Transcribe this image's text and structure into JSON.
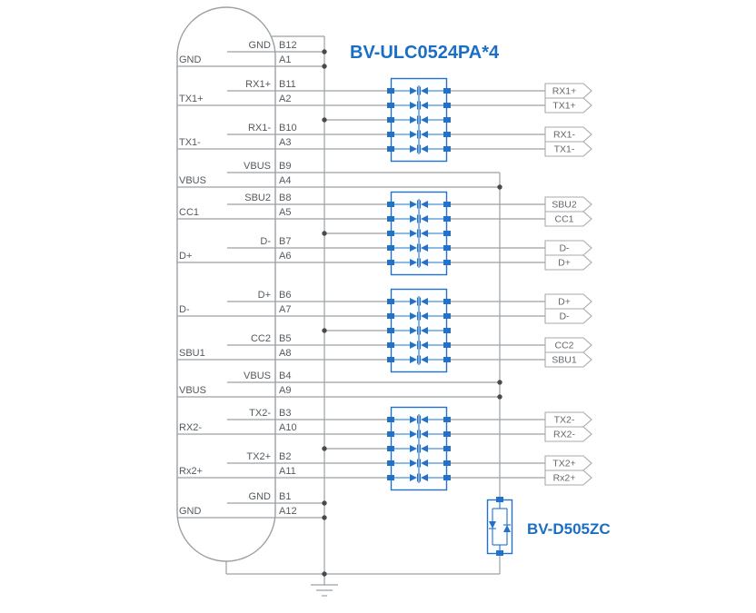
{
  "titles": {
    "esd_array": "BV-ULC0524PA*4",
    "tvs_diode": "BV-D505ZC"
  },
  "colors": {
    "wire": "#9aa0a5",
    "blue": "#2471c8",
    "text": "#55595c",
    "title": "#1a6fc4"
  },
  "connector": {
    "pins": [
      {
        "b": "B12",
        "a": "A1",
        "inner": "GND",
        "left": "GND"
      },
      {
        "b": "B11",
        "a": "A2",
        "inner": "RX1+",
        "left": "TX1+"
      },
      {
        "b": "B10",
        "a": "A3",
        "inner": "RX1-",
        "left": "TX1-"
      },
      {
        "b": "B9",
        "a": "A4",
        "inner": "VBUS",
        "left": "VBUS"
      },
      {
        "b": "B8",
        "a": "A5",
        "inner": "SBU2",
        "left": "CC1"
      },
      {
        "b": "B7",
        "a": "A6",
        "inner": "D-",
        "left": "D+"
      },
      {
        "b": "B6",
        "a": "A7",
        "inner": "D+",
        "left": "D-"
      },
      {
        "b": "B5",
        "a": "A8",
        "inner": "CC2",
        "left": "SBU1"
      },
      {
        "b": "B4",
        "a": "A9",
        "inner": "VBUS",
        "left": "VBUS"
      },
      {
        "b": "B3",
        "a": "A10",
        "inner": "TX2-",
        "left": "RX2-"
      },
      {
        "b": "B2",
        "a": "A11",
        "inner": "TX2+",
        "left": "Rx2+"
      },
      {
        "b": "B1",
        "a": "A12",
        "inner": "GND",
        "left": "GND"
      }
    ]
  },
  "outputs": [
    "RX1+",
    "TX1+",
    "RX1-",
    "TX1-",
    "SBU2",
    "CC1",
    "D-",
    "D+",
    "D+",
    "D-",
    "CC2",
    "SBU1",
    "TX2-",
    "RX2-",
    "TX2+",
    "Rx2+"
  ]
}
